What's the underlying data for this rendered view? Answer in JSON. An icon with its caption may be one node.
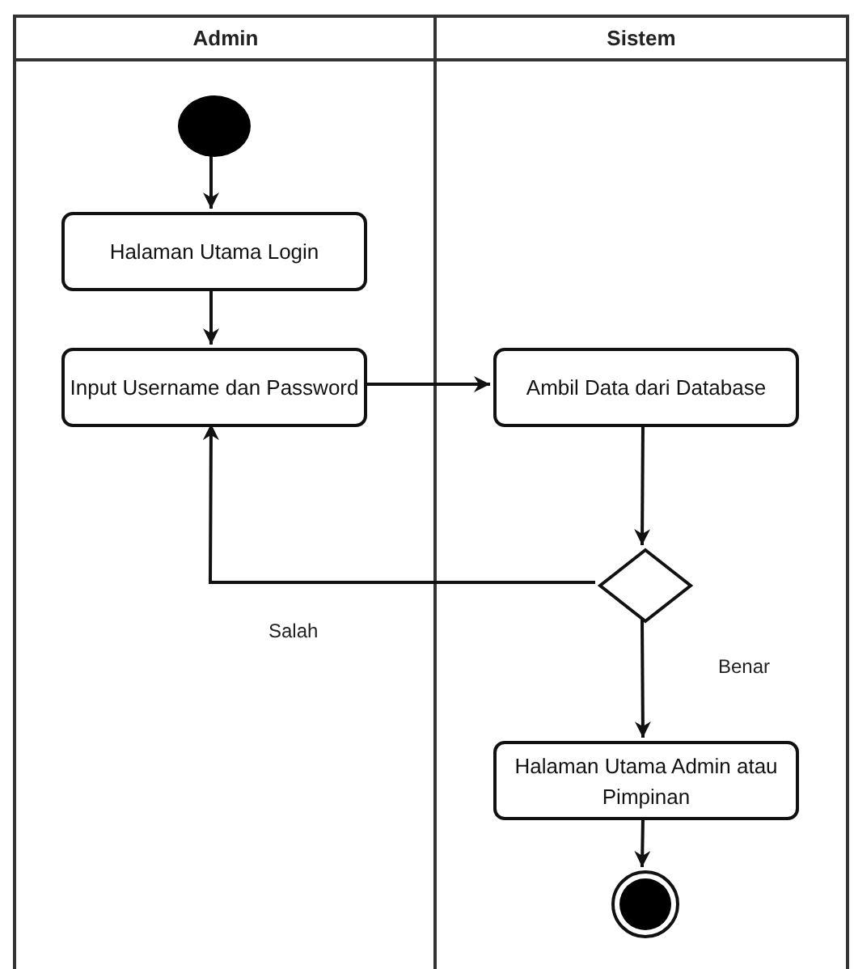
{
  "diagram": {
    "nodes": [
      {
        "text": [
          "Admin"
        ]
      },
      {
        "text": [
          "Sistem"
        ]
      },
      {
        "text": [],
        "shape": "circle",
        "in": 0
      },
      {
        "text": [
          "Halaman Utama Login"
        ],
        "in": 0
      },
      {
        "text": [
          "Input Username dan Password"
        ],
        "in": 0
      },
      {
        "text": [
          "Ambil Data dari Database"
        ],
        "in": 1
      },
      {
        "text": [],
        "shape": "diamond",
        "in": 1
      },
      {
        "text": [
          "Halaman Utama Admin atau Pimpinan"
        ],
        "in": 1
      },
      {
        "text": [],
        "shape": "bullseye",
        "in": 1
      }
    ],
    "edges": [
      {
        "from": 2,
        "to": 3,
        "arrow": "to"
      },
      {
        "from": 3,
        "to": 4,
        "arrow": "to"
      },
      {
        "from": 4,
        "to": 5,
        "arrow": "to"
      },
      {
        "from": 5,
        "to": 6,
        "arrow": "to"
      },
      {
        "from": 6,
        "to": 4,
        "arrow": "to",
        "label": "Salah"
      },
      {
        "from": 6,
        "to": 7,
        "arrow": "to",
        "label": "Benar"
      },
      {
        "from": 7,
        "to": 8,
        "arrow": "to"
      }
    ]
  }
}
